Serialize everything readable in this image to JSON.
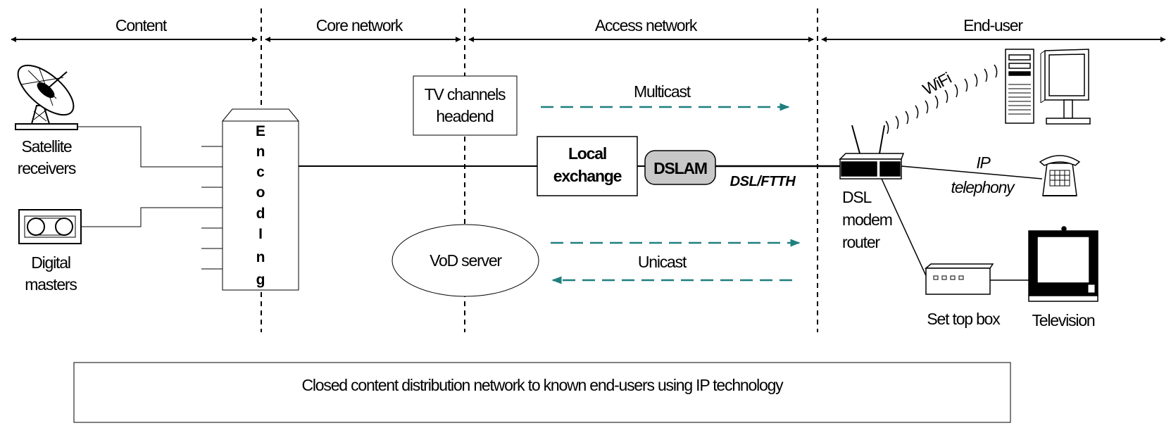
{
  "zones": {
    "content": "Content",
    "core": "Core network",
    "access": "Access network",
    "enduser": "End-user"
  },
  "sources": {
    "satellite_line1": "Satellite",
    "satellite_line2": "receivers",
    "masters_line1": "Digital",
    "masters_line2": "masters"
  },
  "encoding_letters": [
    "E",
    "n",
    "c",
    "o",
    "d",
    "I",
    "n",
    "g"
  ],
  "headend": {
    "line1": "TV channels",
    "line2": "headend"
  },
  "vod_server": "VoD server",
  "multicast": "Multicast",
  "unicast": "Unicast",
  "local_exchange": {
    "line1": "Local",
    "line2": "exchange"
  },
  "dslam": "DSLAM",
  "dsl_ftth": "DSL/FTTH",
  "modem": {
    "line1": "DSL",
    "line2": "modem",
    "line3": "router"
  },
  "wifi": "WiFi",
  "ip_telephony": {
    "line1": "IP",
    "line2": "telephony"
  },
  "set_top_box": "Set top box",
  "television": "Television",
  "caption": "Closed content distribution network to known end-users using IP technology",
  "colors": {
    "arrow_teal": "#1f7f7f",
    "dslam_fill": "#c8c8c8",
    "line": "#000000"
  }
}
